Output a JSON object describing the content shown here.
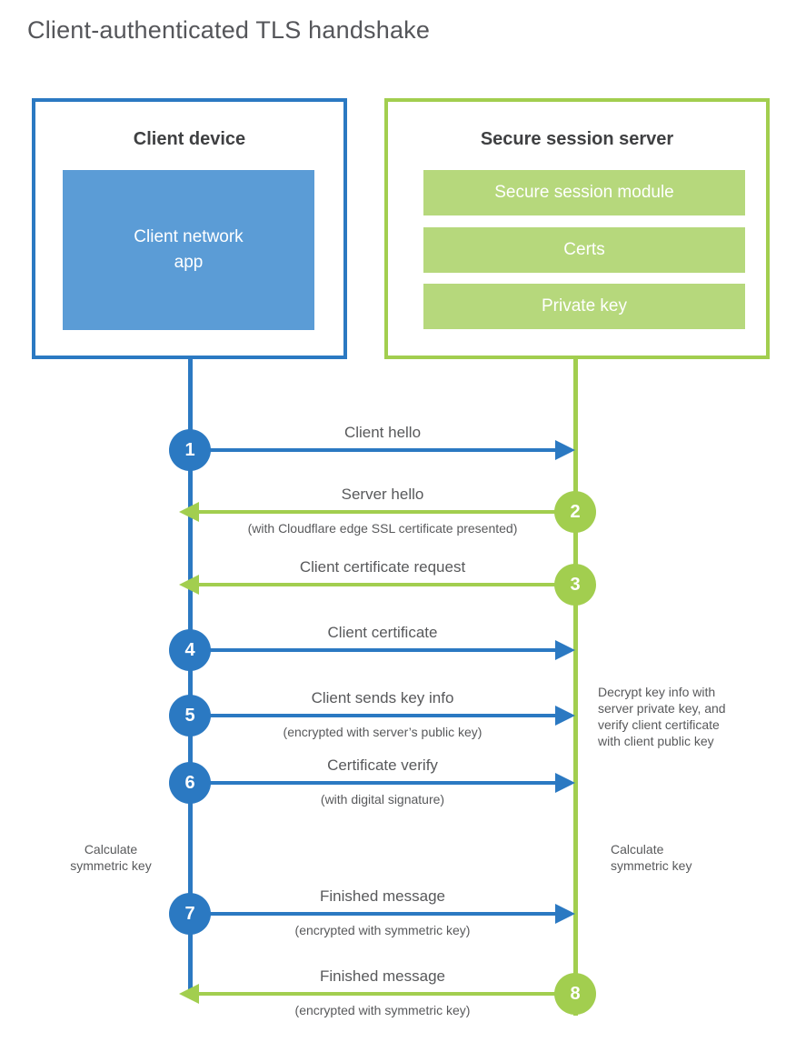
{
  "title": "Client-authenticated TLS handshake",
  "client": {
    "title": "Client device",
    "app": "Client network\napp"
  },
  "server": {
    "title": "Secure session server",
    "modules": [
      "Secure session module",
      "Certs",
      "Private key"
    ]
  },
  "steps": [
    {
      "num": "1",
      "label": "Client hello",
      "sub": "",
      "direction": "right",
      "actor": "client"
    },
    {
      "num": "2",
      "label": "Server hello",
      "sub": "(with Cloudflare edge SSL certificate presented)",
      "direction": "left",
      "actor": "server"
    },
    {
      "num": "3",
      "label": "Client certificate request",
      "sub": "",
      "direction": "left",
      "actor": "server"
    },
    {
      "num": "4",
      "label": "Client certificate",
      "sub": "",
      "direction": "right",
      "actor": "client"
    },
    {
      "num": "5",
      "label": "Client sends key info",
      "sub": "(encrypted with server’s public key)",
      "direction": "right",
      "actor": "client"
    },
    {
      "num": "6",
      "label": "Certificate verify",
      "sub": "(with digital signature)",
      "direction": "right",
      "actor": "client"
    },
    {
      "num": "7",
      "label": "Finished message",
      "sub": "(encrypted with symmetric key)",
      "direction": "right",
      "actor": "client"
    },
    {
      "num": "8",
      "label": "Finished message",
      "sub": "(encrypted with symmetric key)",
      "direction": "left",
      "actor": "server"
    }
  ],
  "annotations": {
    "decrypt_note": "Decrypt key info with\nserver private key, and\nverify client certificate\nwith client public key",
    "calc_left": "Calculate\nsymmetric key",
    "calc_right": "Calculate\nsymmetric key"
  },
  "colors": {
    "blue": "#2b79c2",
    "blue_fill": "#5b9cd6",
    "green": "#a2ce4f",
    "green_fill": "#b6d87c",
    "text_gray": "#58595b",
    "heading": "#3f4042"
  }
}
